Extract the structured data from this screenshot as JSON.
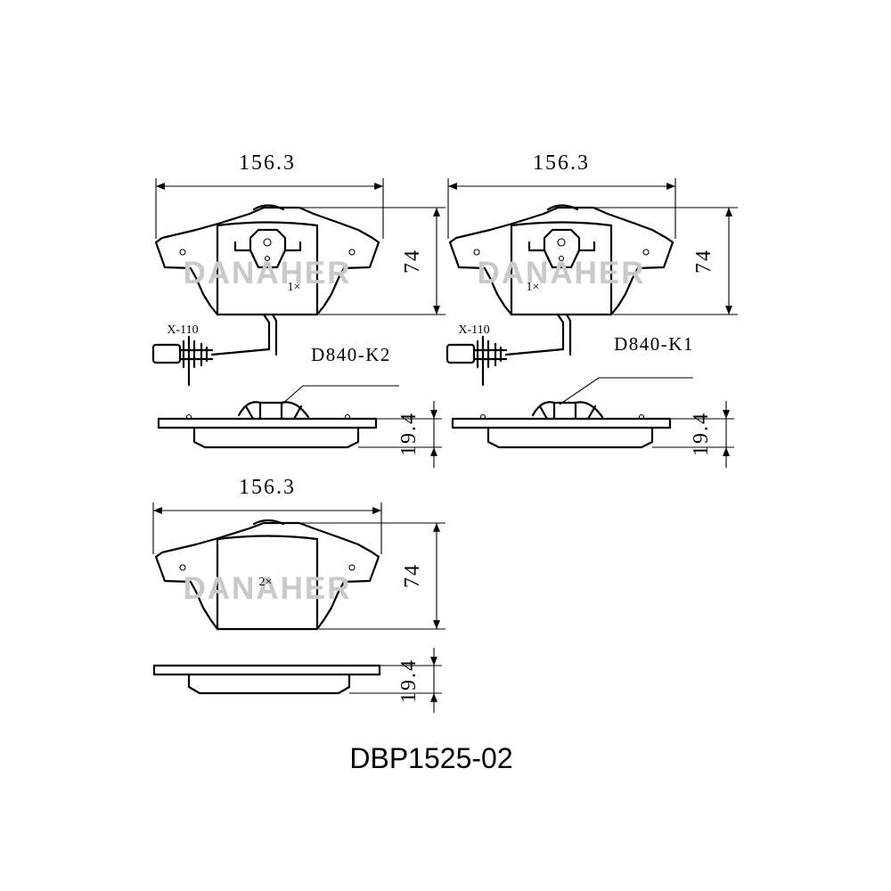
{
  "brand": {
    "watermark": "DANAHER"
  },
  "part_number": "DBP1525-02",
  "views": {
    "pad_k2": {
      "width_label": "156.3",
      "height_label": "74",
      "quantity_label": "1×",
      "sensor_label": "X-110",
      "code_label": "D840-K2",
      "thickness_label": "19.4"
    },
    "pad_k1": {
      "width_label": "156.3",
      "height_label": "74",
      "quantity_label": "1×",
      "sensor_label": "X-110",
      "code_label": "D840-K1",
      "thickness_label": "19.4"
    },
    "pad_plain": {
      "width_label": "156.3",
      "height_label": "74",
      "quantity_label": "2×",
      "thickness_label": "19.4"
    }
  },
  "colors": {
    "line": "#000000",
    "watermark": "#c9c9c9",
    "background": "#ffffff"
  }
}
